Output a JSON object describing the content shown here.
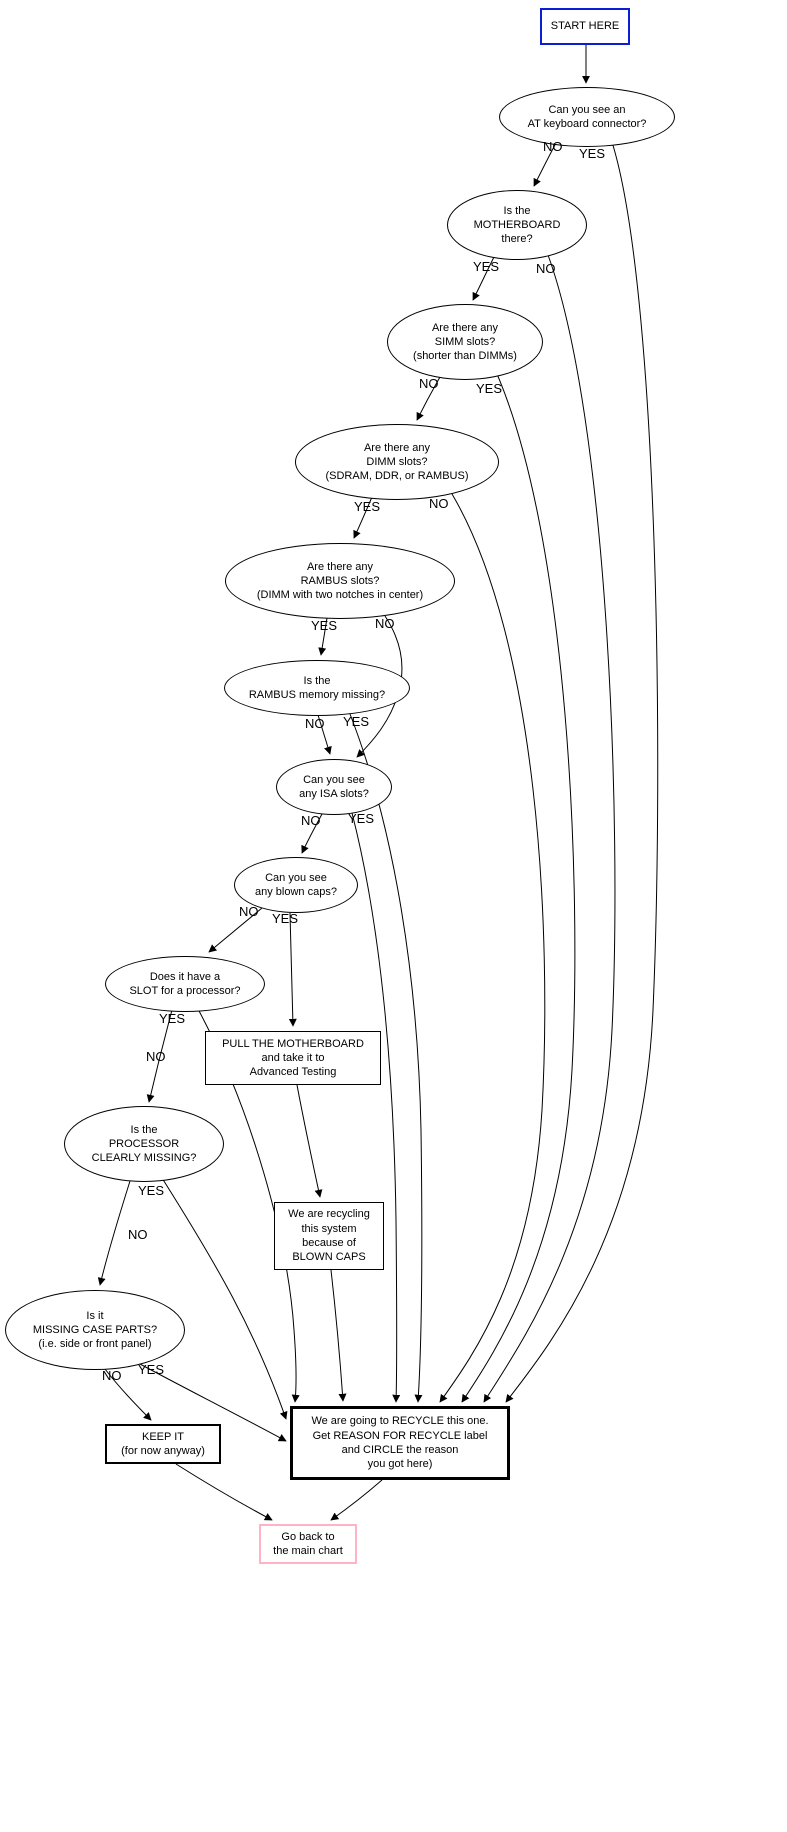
{
  "diagram": {
    "type": "flowchart",
    "subject": "Motherboard / system recycle decision chart"
  },
  "colors": {
    "background": "#ffffff",
    "node_border": "#000000",
    "start_border": "#0a1fd4",
    "goback_border": "#ffb3c6",
    "text": "#000000"
  },
  "nodes": {
    "start": {
      "shape": "rect",
      "label": "START HERE"
    },
    "at_keyboard": {
      "shape": "ellipse",
      "label": "Can you see an\nAT keyboard connector?"
    },
    "motherboard": {
      "shape": "ellipse",
      "label": "Is the\nMOTHERBOARD\nthere?"
    },
    "simm": {
      "shape": "ellipse",
      "label": "Are there any\nSIMM slots?\n(shorter than DIMMs)"
    },
    "dimm": {
      "shape": "ellipse",
      "label": "Are there any\nDIMM slots?\n(SDRAM, DDR, or RAMBUS)"
    },
    "rambus_slots": {
      "shape": "ellipse",
      "label": "Are there any\nRAMBUS slots?\n(DIMM with two notches in center)"
    },
    "rambus_memory": {
      "shape": "ellipse",
      "label": "Is the\nRAMBUS memory missing?"
    },
    "isa": {
      "shape": "ellipse",
      "label": "Can you see\nany ISA slots?"
    },
    "blown_caps": {
      "shape": "ellipse",
      "label": "Can you see\nany blown caps?"
    },
    "slot_processor": {
      "shape": "ellipse",
      "label": "Does it have a\nSLOT for a processor?"
    },
    "pull_motherboard": {
      "shape": "rect",
      "label": "PULL THE MOTHERBOARD\nand take it to\nAdvanced Testing"
    },
    "processor_missing": {
      "shape": "ellipse",
      "label": "Is the\nPROCESSOR\nCLEARLY MISSING?"
    },
    "recycling_blown_caps": {
      "shape": "rect",
      "label": "We are recycling\nthis system\nbecause of\nBLOWN CAPS"
    },
    "missing_case": {
      "shape": "ellipse",
      "label": "Is it\nMISSING CASE PARTS?\n(i.e. side or front panel)"
    },
    "keep_it": {
      "shape": "rect",
      "label": "KEEP IT\n(for now anyway)"
    },
    "recycle": {
      "shape": "rect",
      "label": "We are going to RECYCLE this one.\nGet REASON FOR RECYCLE label\nand CIRCLE the reason\nyou got here)"
    },
    "go_back": {
      "shape": "rect",
      "label": "Go back to\nthe main chart"
    }
  },
  "edge_labels": {
    "at_no": "NO",
    "at_yes": "YES",
    "mb_yes": "YES",
    "mb_no": "NO",
    "simm_no": "NO",
    "simm_yes": "YES",
    "dimm_yes": "YES",
    "dimm_no": "NO",
    "rambus_yes": "YES",
    "rambus_no": "NO",
    "rmem_no": "NO",
    "rmem_yes": "YES",
    "isa_no": "NO",
    "isa_yes": "YES",
    "caps_no": "NO",
    "caps_yes": "YES",
    "slot_yes": "YES",
    "slot_no": "NO",
    "proc_yes": "YES",
    "proc_no": "NO",
    "case_no": "NO",
    "case_yes": "YES"
  }
}
